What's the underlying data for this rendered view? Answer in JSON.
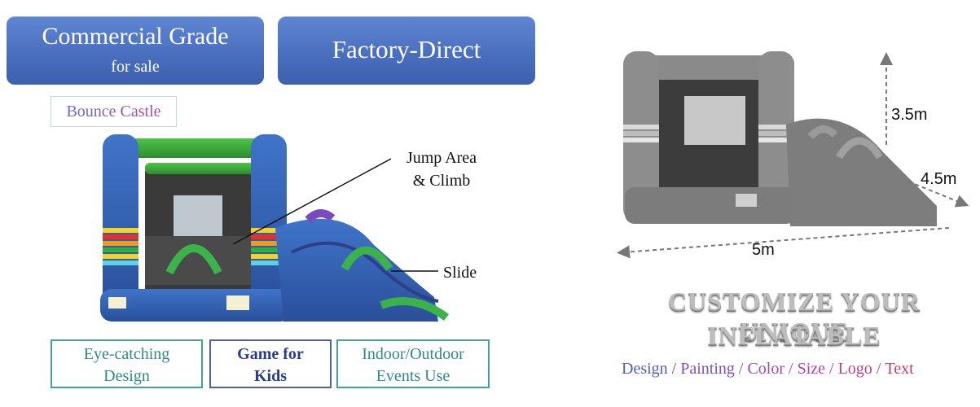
{
  "top_buttons": {
    "commercial_title": "Commercial Grade",
    "commercial_sub": "for sale",
    "factory": "Factory-Direct"
  },
  "product_tag": "Bounce Castle",
  "annotations": {
    "jump_line1": "Jump Area",
    "jump_line2": "& Climb",
    "slide": "Slide"
  },
  "features": {
    "f1_line1": "Eye-catching",
    "f1_line2": "Design",
    "f2_line1": "Game for",
    "f2_line2": "Kids",
    "f3_line1": "Indoor/Outdoor",
    "f3_line2": "Events Use"
  },
  "dimensions": {
    "height": "3.5m",
    "depth": "4.5m",
    "width": "5m"
  },
  "customize": {
    "line1": "CUSTOMIZE YOUR UNIQUE",
    "line2": "INFLATABLE",
    "options": [
      "Design",
      "Painting",
      "Color",
      "Size",
      "Logo",
      "Text"
    ],
    "separator": "/"
  },
  "colors": {
    "button_blue": "#4a6fbf",
    "teal_border": "#3fa39a",
    "navy_border": "#4d5fae",
    "options": [
      "#4f5fb8",
      "#7a53b5",
      "#9a4ab0",
      "#b4449f",
      "#c23f86",
      "#c73b6e"
    ]
  }
}
